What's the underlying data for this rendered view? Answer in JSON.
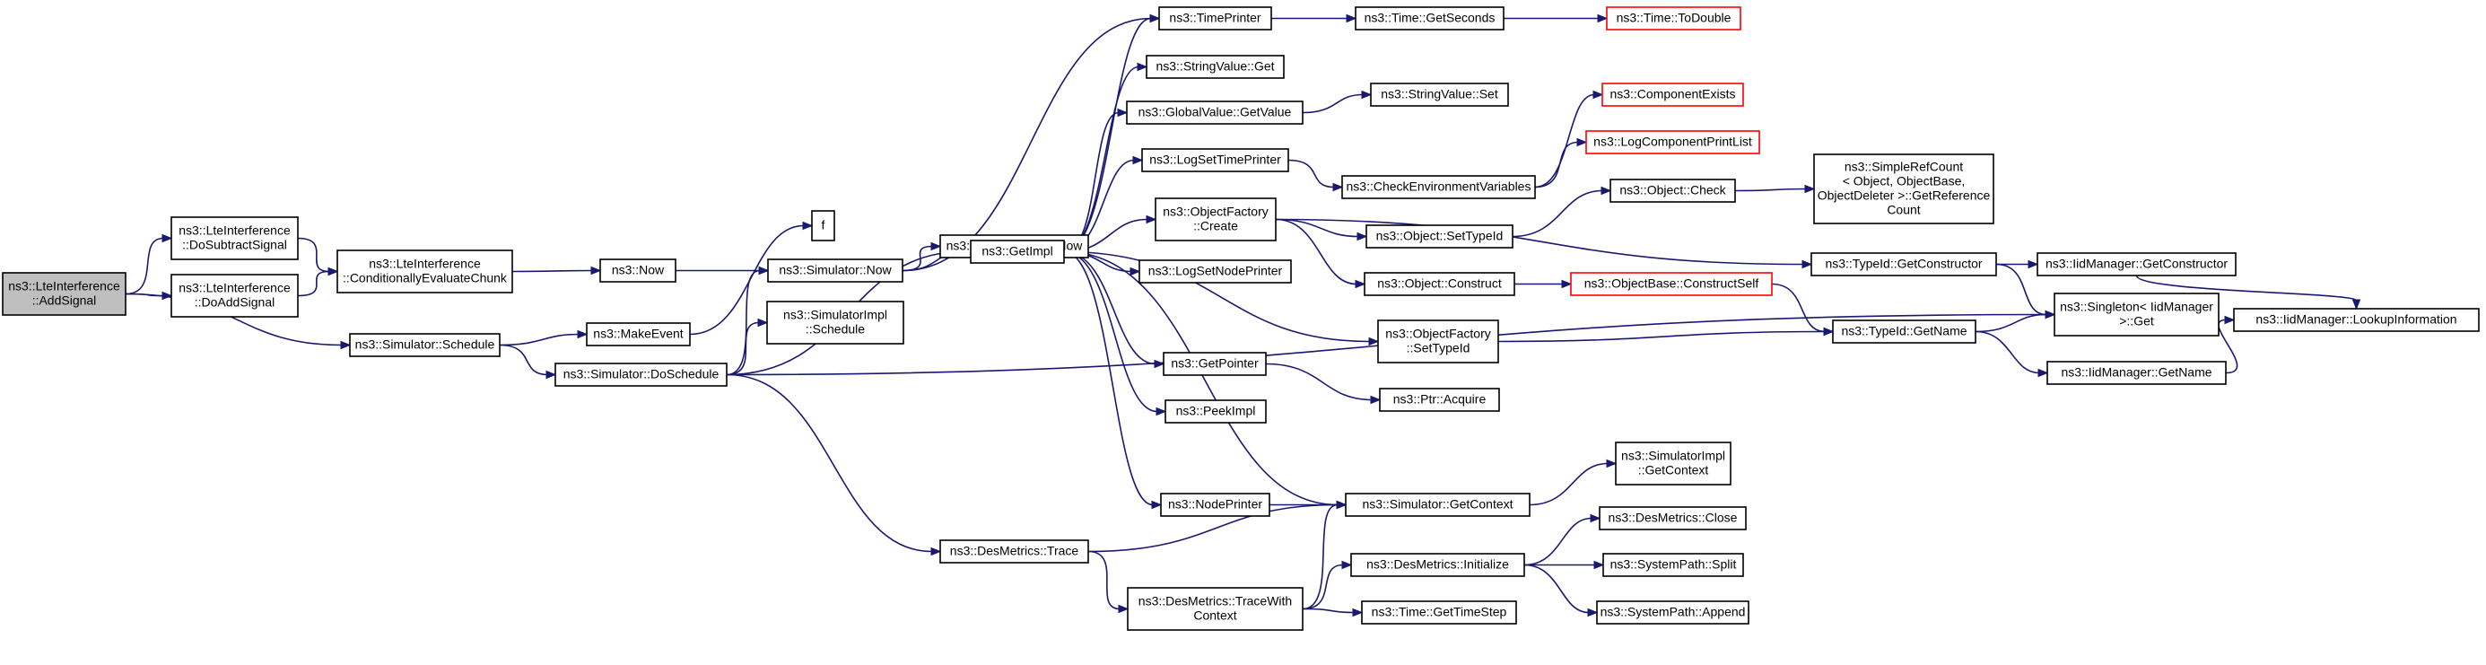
{
  "nodes": [
    {
      "id": "add_signal",
      "lines": [
        "ns3::LteInterference",
        "::AddSignal"
      ],
      "style": "root"
    },
    {
      "id": "do_subtract",
      "lines": [
        "ns3::LteInterference",
        "::DoSubtractSignal"
      ]
    },
    {
      "id": "do_add",
      "lines": [
        "ns3::LteInterference",
        "::DoAddSignal"
      ]
    },
    {
      "id": "cond_eval",
      "lines": [
        "ns3::LteInterference",
        "::ConditionallyEvaluateChunk"
      ]
    },
    {
      "id": "now",
      "lines": [
        "ns3::Now"
      ]
    },
    {
      "id": "sim_schedule",
      "lines": [
        "ns3::Simulator::Schedule"
      ]
    },
    {
      "id": "make_event",
      "lines": [
        "ns3::MakeEvent"
      ]
    },
    {
      "id": "f",
      "lines": [
        "f"
      ]
    },
    {
      "id": "sim_now",
      "lines": [
        "ns3::Simulator::Now"
      ]
    },
    {
      "id": "sim_do_schedule",
      "lines": [
        "ns3::Simulator::DoSchedule"
      ]
    },
    {
      "id": "simimpl_schedule",
      "lines": [
        "ns3::SimulatorImpl",
        "::Schedule"
      ]
    },
    {
      "id": "simimpl_now",
      "lines": [
        "ns3::SimulatorImpl::Now"
      ]
    },
    {
      "id": "get_impl",
      "lines": [
        "ns3::GetImpl"
      ]
    },
    {
      "id": "des_trace",
      "lines": [
        "ns3::DesMetrics::Trace"
      ]
    },
    {
      "id": "time_printer",
      "lines": [
        "ns3::TimePrinter"
      ]
    },
    {
      "id": "stringvalue_get",
      "lines": [
        "ns3::StringValue::Get"
      ]
    },
    {
      "id": "globalvalue_getvalue",
      "lines": [
        "ns3::GlobalValue::GetValue"
      ]
    },
    {
      "id": "log_set_time_printer",
      "lines": [
        "ns3::LogSetTimePrinter"
      ]
    },
    {
      "id": "objfactory_create",
      "lines": [
        "ns3::ObjectFactory",
        "::Create"
      ]
    },
    {
      "id": "log_set_node_printer",
      "lines": [
        "ns3::LogSetNodePrinter"
      ]
    },
    {
      "id": "get_pointer",
      "lines": [
        "ns3::GetPointer"
      ]
    },
    {
      "id": "peek_impl",
      "lines": [
        "ns3::PeekImpl"
      ]
    },
    {
      "id": "node_printer",
      "lines": [
        "ns3::NodePrinter"
      ]
    },
    {
      "id": "des_trace_ctx",
      "lines": [
        "ns3::DesMetrics::TraceWith",
        "Context"
      ]
    },
    {
      "id": "time_get_seconds",
      "lines": [
        "ns3::Time::GetSeconds"
      ]
    },
    {
      "id": "stringvalue_set",
      "lines": [
        "ns3::StringValue::Set"
      ]
    },
    {
      "id": "check_env",
      "lines": [
        "ns3::CheckEnvironmentVariables"
      ]
    },
    {
      "id": "object_settypeid",
      "lines": [
        "ns3::Object::SetTypeId"
      ]
    },
    {
      "id": "object_construct",
      "lines": [
        "ns3::Object::Construct"
      ]
    },
    {
      "id": "objfactory_settypeid",
      "lines": [
        "ns3::ObjectFactory",
        "::SetTypeId"
      ]
    },
    {
      "id": "ptr_acquire",
      "lines": [
        "ns3::Ptr::Acquire"
      ]
    },
    {
      "id": "sim_get_context",
      "lines": [
        "ns3::Simulator::GetContext"
      ]
    },
    {
      "id": "des_initialize",
      "lines": [
        "ns3::DesMetrics::Initialize"
      ]
    },
    {
      "id": "time_get_time_step",
      "lines": [
        "ns3::Time::GetTimeStep"
      ]
    },
    {
      "id": "time_to_double",
      "lines": [
        "ns3::Time::ToDouble"
      ],
      "style": "ext"
    },
    {
      "id": "component_exists",
      "lines": [
        "ns3::ComponentExists"
      ],
      "style": "ext"
    },
    {
      "id": "log_comp_print_list",
      "lines": [
        "ns3::LogComponentPrintList"
      ],
      "style": "ext"
    },
    {
      "id": "object_check",
      "lines": [
        "ns3::Object::Check"
      ]
    },
    {
      "id": "objectbase_construct_self",
      "lines": [
        "ns3::ObjectBase::ConstructSelf"
      ],
      "style": "ext"
    },
    {
      "id": "simimpl_get_context",
      "lines": [
        "ns3::SimulatorImpl",
        "::GetContext"
      ]
    },
    {
      "id": "des_close",
      "lines": [
        "ns3::DesMetrics::Close"
      ]
    },
    {
      "id": "syspath_split",
      "lines": [
        "ns3::SystemPath::Split"
      ]
    },
    {
      "id": "syspath_append",
      "lines": [
        "ns3::SystemPath::Append"
      ]
    },
    {
      "id": "simple_ref_count",
      "lines": [
        "ns3::SimpleRefCount",
        "< Object, ObjectBase,",
        "ObjectDeleter >::GetReference",
        "Count"
      ]
    },
    {
      "id": "typeid_get_constructor",
      "lines": [
        "ns3::TypeId::GetConstructor"
      ]
    },
    {
      "id": "typeid_get_name",
      "lines": [
        "ns3::TypeId::GetName"
      ]
    },
    {
      "id": "iidmanager_get_constructor",
      "lines": [
        "ns3::IidManager::GetConstructor"
      ]
    },
    {
      "id": "singleton_get",
      "lines": [
        "ns3::Singleton< IidManager",
        ">::Get"
      ]
    },
    {
      "id": "iidmanager_get_name",
      "lines": [
        "ns3::IidManager::GetName"
      ]
    },
    {
      "id": "iidmanager_lookup",
      "lines": [
        "ns3::IidManager::LookupInformation"
      ]
    }
  ],
  "edges": [
    [
      "add_signal",
      "do_subtract"
    ],
    [
      "add_signal",
      "do_add"
    ],
    [
      "add_signal",
      "sim_schedule"
    ],
    [
      "do_subtract",
      "cond_eval"
    ],
    [
      "do_add",
      "cond_eval"
    ],
    [
      "cond_eval",
      "now"
    ],
    [
      "now",
      "sim_now"
    ],
    [
      "sim_schedule",
      "make_event"
    ],
    [
      "sim_schedule",
      "sim_do_schedule"
    ],
    [
      "make_event",
      "f"
    ],
    [
      "sim_now",
      "time_printer"
    ],
    [
      "sim_now",
      "simimpl_now"
    ],
    [
      "sim_now",
      "get_impl"
    ],
    [
      "sim_do_schedule",
      "sim_now"
    ],
    [
      "sim_do_schedule",
      "simimpl_schedule"
    ],
    [
      "sim_do_schedule",
      "get_impl"
    ],
    [
      "sim_do_schedule",
      "des_trace"
    ],
    [
      "sim_do_schedule",
      "singleton_get"
    ],
    [
      "get_impl",
      "time_printer"
    ],
    [
      "get_impl",
      "stringvalue_get"
    ],
    [
      "get_impl",
      "globalvalue_getvalue"
    ],
    [
      "get_impl",
      "log_set_time_printer"
    ],
    [
      "get_impl",
      "objfactory_create"
    ],
    [
      "get_impl",
      "log_set_node_printer"
    ],
    [
      "get_impl",
      "objfactory_settypeid"
    ],
    [
      "get_impl",
      "get_pointer"
    ],
    [
      "get_impl",
      "peek_impl"
    ],
    [
      "get_impl",
      "node_printer"
    ],
    [
      "get_impl",
      "sim_get_context"
    ],
    [
      "des_trace",
      "sim_get_context"
    ],
    [
      "des_trace",
      "des_trace_ctx"
    ],
    [
      "time_printer",
      "time_get_seconds"
    ],
    [
      "time_get_seconds",
      "time_to_double"
    ],
    [
      "globalvalue_getvalue",
      "stringvalue_set"
    ],
    [
      "log_set_time_printer",
      "check_env"
    ],
    [
      "check_env",
      "component_exists"
    ],
    [
      "check_env",
      "log_comp_print_list"
    ],
    [
      "objfactory_create",
      "object_settypeid"
    ],
    [
      "objfactory_create",
      "object_construct"
    ],
    [
      "objfactory_create",
      "typeid_get_constructor"
    ],
    [
      "object_settypeid",
      "object_check"
    ],
    [
      "object_check",
      "simple_ref_count"
    ],
    [
      "object_construct",
      "objectbase_construct_self"
    ],
    [
      "objectbase_construct_self",
      "typeid_get_name"
    ],
    [
      "objfactory_settypeid",
      "typeid_get_name"
    ],
    [
      "get_pointer",
      "ptr_acquire"
    ],
    [
      "node_printer",
      "sim_get_context"
    ],
    [
      "sim_get_context",
      "simimpl_get_context"
    ],
    [
      "des_trace_ctx",
      "sim_get_context"
    ],
    [
      "des_trace_ctx",
      "des_initialize"
    ],
    [
      "des_trace_ctx",
      "time_get_time_step"
    ],
    [
      "des_initialize",
      "des_close"
    ],
    [
      "des_initialize",
      "syspath_split"
    ],
    [
      "des_initialize",
      "syspath_append"
    ],
    [
      "typeid_get_constructor",
      "iidmanager_get_constructor"
    ],
    [
      "typeid_get_constructor",
      "singleton_get"
    ],
    [
      "typeid_get_name",
      "singleton_get"
    ],
    [
      "typeid_get_name",
      "iidmanager_get_name"
    ],
    [
      "iidmanager_get_constructor",
      "iidmanager_lookup"
    ],
    [
      "iidmanager_get_name",
      "iidmanager_lookup"
    ]
  ]
}
